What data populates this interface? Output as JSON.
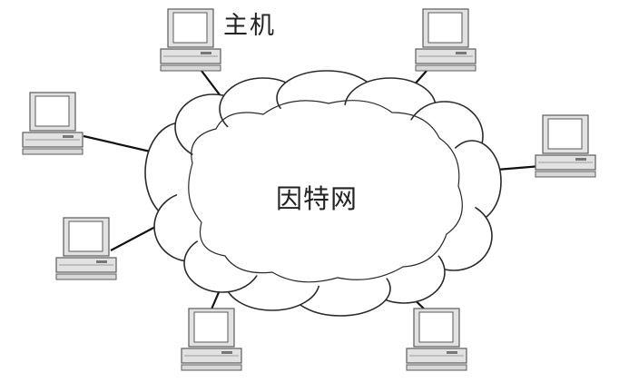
{
  "diagram": {
    "host_label": "主机",
    "cloud_label": "因特网",
    "colors": {
      "line": "#111111",
      "cloud_fill": "#ffffff",
      "cloud_stroke": "#2a2a2a",
      "computer_body": "#e2e2e2",
      "computer_edge": "#5a5a5a",
      "screen": "#ffffff"
    },
    "icons": [
      "cloud",
      "computer-icon"
    ]
  }
}
